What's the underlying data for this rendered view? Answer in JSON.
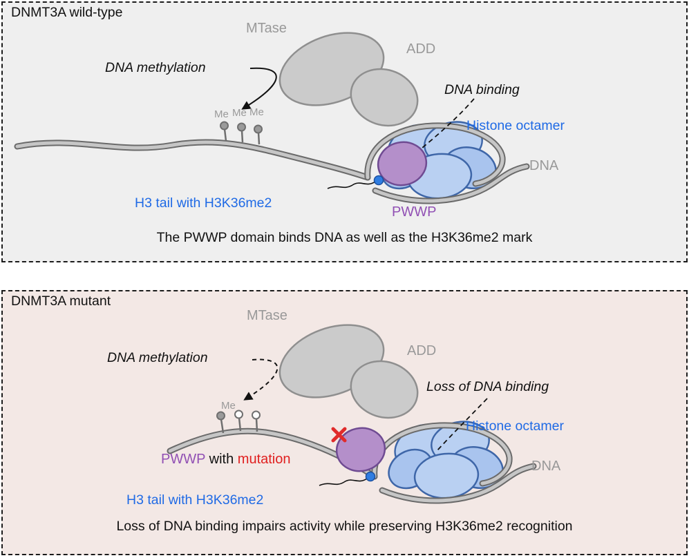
{
  "colors": {
    "panel_wildtype_bg": "#efefef",
    "panel_mutant_bg": "#f3e8e5",
    "histone_fill": "#b9d0f2",
    "histone_stroke": "#3e66a8",
    "pwwp_fill": "#b48fca",
    "pwwp_stroke": "#6f4b92",
    "domain_fill": "#cbcbcb",
    "domain_stroke": "#8f8f8f",
    "dna_outline": "#6a6a6a",
    "dna_fill": "#c6c6c6",
    "label_blue": "#1f6ae5",
    "label_purple": "#9150b4",
    "label_red": "#e02020",
    "label_gray": "#999999",
    "h3k36me2_dot_fill": "#2f7de1",
    "mutation_x": "#e02b2b"
  },
  "wildtype": {
    "title": "DNMT3A wild-type",
    "mtase_label": "MTase",
    "add_label": "ADD",
    "dna_methylation_label": "DNA methylation",
    "dna_binding_label": "DNA binding",
    "histone_octamer_label": "Histone octamer",
    "dna_label": "DNA",
    "h3_tail_label": "H3 tail with H3K36me2",
    "pwwp_label": "PWWP",
    "me_marks": [
      "Me",
      "Me",
      "Me"
    ],
    "caption": "The PWWP domain binds DNA as well as the H3K36me2 mark"
  },
  "mutant": {
    "title": "DNMT3A mutant",
    "mtase_label": "MTase",
    "add_label": "ADD",
    "dna_methylation_label": "DNA methylation",
    "loss_dna_binding_label": "Loss of DNA binding",
    "histone_octamer_label": "Histone octamer",
    "dna_label": "DNA",
    "pwwp_label": "PWWP",
    "with_label": "with",
    "mutation_label": "mutation",
    "h3_tail_label": "H3 tail with H3K36me2",
    "me_mark": "Me",
    "caption": "Loss of DNA binding impairs activity while preserving H3K36me2 recognition"
  }
}
